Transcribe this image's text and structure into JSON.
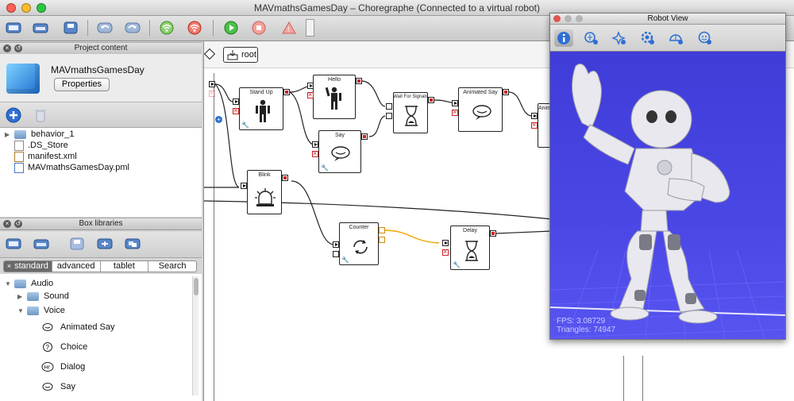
{
  "window": {
    "title": "MAVmathsGamesDay – Choregraphe (Connected to a virtual robot)"
  },
  "project_panel": {
    "header": "Project content",
    "project_name": "MAVmathsGamesDay",
    "properties_label": "Properties",
    "files": [
      {
        "name": "behavior_1",
        "kind": "folder"
      },
      {
        "name": ".DS_Store",
        "kind": "file"
      },
      {
        "name": "manifest.xml",
        "kind": "file"
      },
      {
        "name": "MAVmathsGamesDay.pml",
        "kind": "file"
      }
    ]
  },
  "box_libraries": {
    "header": "Box libraries",
    "tabs": [
      "standard",
      "advanced",
      "tablet",
      "Search"
    ],
    "active_tab": "standard",
    "tab_close": "×",
    "tree": {
      "audio": "Audio",
      "sound": "Sound",
      "voice": "Voice",
      "items": [
        "Animated Say",
        "Choice",
        "Dialog",
        "Say"
      ]
    }
  },
  "diagram": {
    "breadcrumb_root": "root",
    "boxes": {
      "stand_up": "Stand Up",
      "hello": "Hello",
      "say": "Say",
      "wait": "Wait For Signals",
      "animated_say": "Animated Say",
      "animated_cut": "Animati",
      "blink": "Blink",
      "counter": "Counter",
      "delay": "Delay"
    }
  },
  "robot_view": {
    "title": "Robot View",
    "fps": "FPS: 3.08729",
    "triangles": "Triangles: 74947"
  },
  "colors": {
    "robot_bg": "#4a47e6",
    "data_link": "#f0a500",
    "stop_red": "#cc2222"
  }
}
